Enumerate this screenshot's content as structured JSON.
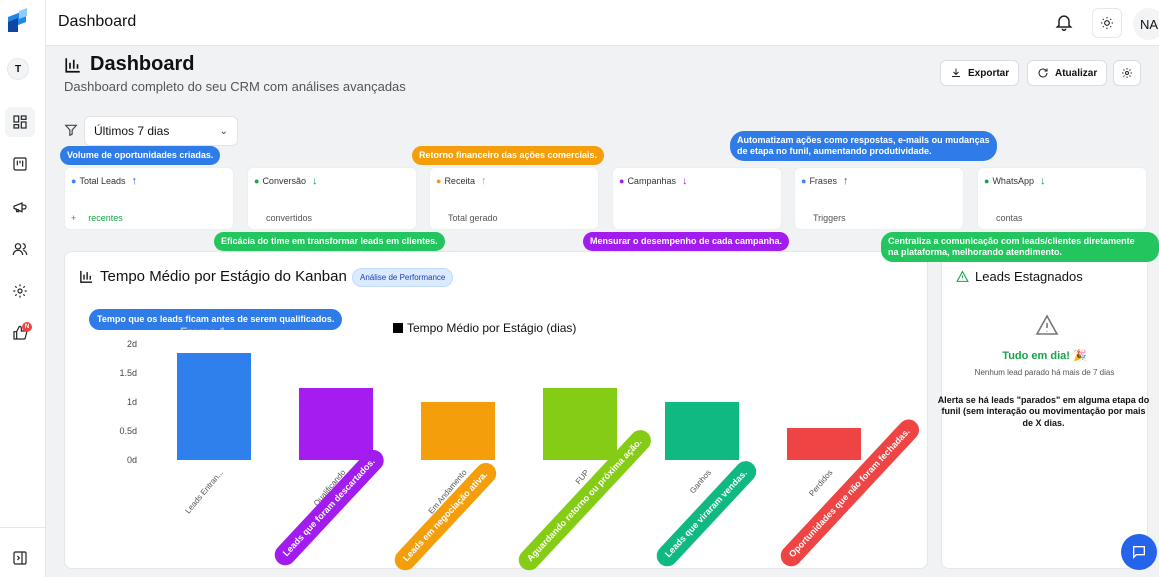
{
  "topbar": {
    "title": "Dashboard",
    "user_initials": "NA"
  },
  "rail": {
    "workspace_initial": "T",
    "notification_badge": "N"
  },
  "header": {
    "title": "Dashboard",
    "subtitle": "Dashboard completo do seu CRM com análises avançadas",
    "export_label": "Exportar",
    "refresh_label": "Atualizar"
  },
  "filter": {
    "period": "Últimos 7 dias"
  },
  "cards": [
    {
      "label": "Total Leads",
      "foot_prefix": "+",
      "foot": "recentes",
      "arrow": "↑",
      "arrow_color": "#2563eb",
      "icon_color": "#3b82f6"
    },
    {
      "label": "Conversão",
      "foot_prefix": "",
      "foot": "convertidos",
      "arrow": "↓",
      "arrow_color": "#16a34a",
      "icon_color": "#16a34a"
    },
    {
      "label": "Receita",
      "foot_prefix": "",
      "foot": "Total gerado",
      "arrow": "↑",
      "arrow_color": "#f59e0b",
      "icon_color": "#f59e0b"
    },
    {
      "label": "Campanhas",
      "foot_prefix": "",
      "foot": "",
      "arrow": "↓",
      "arrow_color": "#a21cef",
      "icon_color": "#a21cef"
    },
    {
      "label": "Frases",
      "foot_prefix": "",
      "foot": "Triggers",
      "arrow": "↑",
      "arrow_color": "#2563eb",
      "icon_color": "#3b82f6"
    },
    {
      "label": "WhatsApp",
      "foot_prefix": "",
      "foot": "contas",
      "arrow": "↓",
      "arrow_color": "#16a34a",
      "icon_color": "#16a34a"
    }
  ],
  "tooltips": {
    "total_leads": "Volume de oportunidades criadas.",
    "receita": "Retorno financeiro das ações comerciais.",
    "frases": "Automatizam ações como respostas, e-mails ou mudanças\nde etapa no funil, aumentando produtividade.",
    "conversao": "Eficácia do time em transformar leads em clientes.",
    "campanhas": "Mensurar o desempenho de cada campanha.",
    "whatsapp": "Centraliza a comunicação com leads/clientes diretamente\nna plataforma, melhorando atendimento.",
    "leads_entrantes": "Tempo que os leads ficam antes de serem qualificados.",
    "qualificando": "Leads que foram descartados.",
    "em_andamento": "Leads em negociação ativa.",
    "fup": "Aguardando retorno ou próxima ação.",
    "ganhos": "Leads que viraram vendas.",
    "perdidos": "Oportunidades que não foram fechadas.",
    "frame_label": "Frame 1"
  },
  "chart_panel": {
    "title": "Tempo Médio por Estágio do Kanban",
    "badge": "Análise de Performance"
  },
  "chart_data": {
    "type": "bar",
    "categories": [
      "Leads Entran...",
      "Qualificando",
      "Em Andamento",
      "FUP",
      "Ganhos",
      "Perdidos"
    ],
    "values": [
      1.85,
      1.25,
      1.0,
      1.25,
      1.0,
      0.55
    ],
    "colors": [
      "#2f80ed",
      "#a51cf0",
      "#f59e0b",
      "#84cc16",
      "#10b981",
      "#ef4444"
    ],
    "series": [
      {
        "name": "Tempo Médio por Estágio (dias)",
        "values": [
          1.85,
          1.25,
          1.0,
          1.25,
          1.0,
          0.55
        ]
      }
    ],
    "yticks": [
      "0d",
      "0.5d",
      "1d",
      "1.5d",
      "2d"
    ],
    "ylim": [
      0,
      2
    ],
    "legend": "top",
    "grid": false
  },
  "stagnant": {
    "title": "Leads Estagnados",
    "ok": "Tudo em dia! 🎉",
    "sub": "Nenhum lead parado há mais de 7 dias",
    "alert": "Alerta se há leads \"parados\" em alguma etapa do funil (sem interação ou movimentação por mais de X dias."
  }
}
